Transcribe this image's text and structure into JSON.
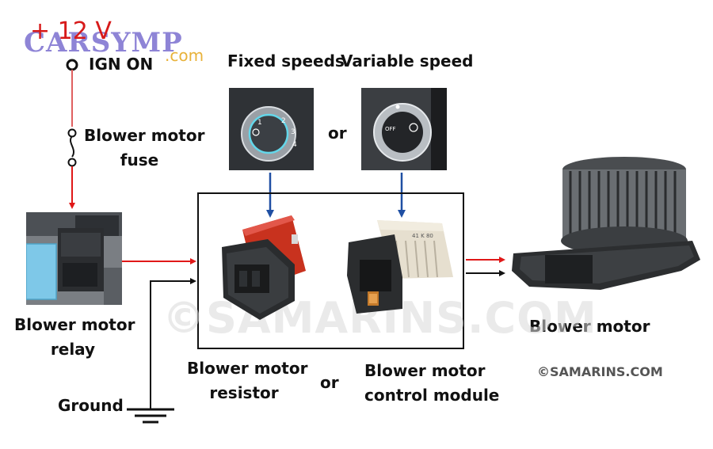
{
  "logo": {
    "voltage": "+ 12 V",
    "brand": "CARSYMP",
    "brand_suffix": ".com"
  },
  "labels": {
    "ign_on": "IGN ON",
    "fuse_line1": "Blower motor",
    "fuse_line2": "fuse",
    "fixed_speeds": "Fixed speeds",
    "variable_speed": "Variable speed",
    "or_top": "or",
    "relay_line1": "Blower motor",
    "relay_line2": "relay",
    "resistor_line1": "Blower motor",
    "resistor_line2": "resistor",
    "or_bottom": "or",
    "module_line1": "Blower motor",
    "module_line2": "control module",
    "ground": "Ground",
    "blower_motor": "Blower motor"
  },
  "knob_fixed": {
    "marks": [
      "1",
      "2",
      "3",
      "4"
    ]
  },
  "knob_variable": {
    "off": "OFF"
  },
  "module_label": "41 K 80",
  "watermark": "©SAMARINS.COM",
  "copyright": "©SAMARINS.COM",
  "colors": {
    "power_wire": "#e01818",
    "ground_wire": "#111111",
    "control_arrow": "#1f4fa3",
    "resistor_red": "#c8321e"
  }
}
